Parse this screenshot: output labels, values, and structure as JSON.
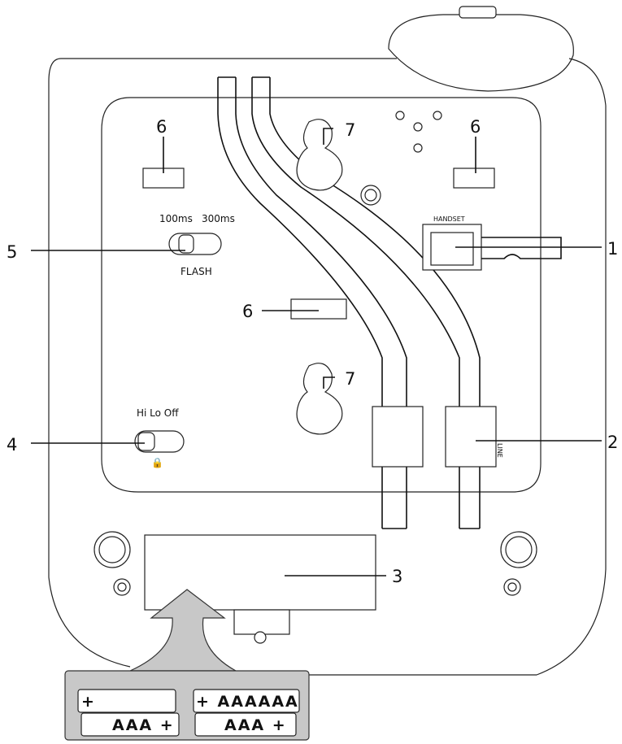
{
  "callouts": {
    "c1": "1",
    "c2": "2",
    "c3": "3",
    "c4": "4",
    "c5": "5",
    "c6a": "6",
    "c6b": "6",
    "c6c": "6",
    "c7a": "7",
    "c7b": "7"
  },
  "flash_switch": {
    "opt1": "100ms",
    "opt2": "300ms",
    "label": "FLASH"
  },
  "ringer_switch": {
    "options": "Hi Lo Off"
  },
  "handset_jack": {
    "label": "HANDSET"
  },
  "line_jack": {
    "label": "LINE"
  },
  "batteries": {
    "top_left": "+",
    "top_right": "+ AAAAAA",
    "bottom_left": "AAA +",
    "bottom_right": "AAA +"
  }
}
